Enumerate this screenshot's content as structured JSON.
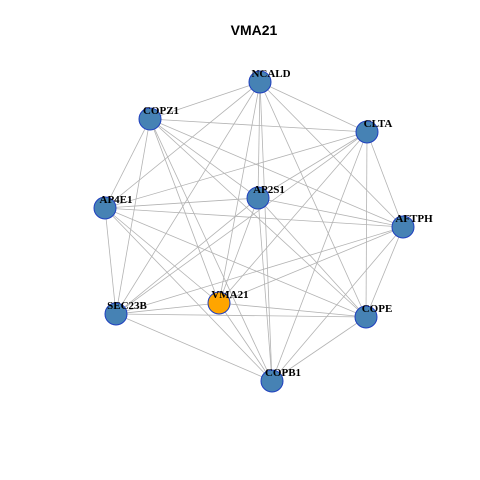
{
  "title": "VMA21",
  "colors": {
    "node_default": "#4682b4",
    "node_highlight": "#ffa500",
    "node_border": "#1f3fbf",
    "edge": "#b3b3b3"
  },
  "nodes": [
    {
      "id": "NCALD",
      "label": "NCALD",
      "highlight": false
    },
    {
      "id": "COPZ1",
      "label": "COPZ1",
      "highlight": false
    },
    {
      "id": "CLTA",
      "label": "CLTA",
      "highlight": false
    },
    {
      "id": "AP2S1",
      "label": "AP2S1",
      "highlight": false
    },
    {
      "id": "AP4E1",
      "label": "AP4E1",
      "highlight": false
    },
    {
      "id": "AFTPH",
      "label": "AFTPH",
      "highlight": false
    },
    {
      "id": "VMA21",
      "label": "VMA21",
      "highlight": true
    },
    {
      "id": "SEC23B",
      "label": "SEC23B",
      "highlight": false
    },
    {
      "id": "COPE",
      "label": "COPE",
      "highlight": false
    },
    {
      "id": "COPB1",
      "label": "COPB1",
      "highlight": false
    }
  ],
  "edges": [
    [
      "NCALD",
      "COPZ1"
    ],
    [
      "NCALD",
      "CLTA"
    ],
    [
      "NCALD",
      "AP2S1"
    ],
    [
      "NCALD",
      "AP4E1"
    ],
    [
      "NCALD",
      "AFTPH"
    ],
    [
      "NCALD",
      "VMA21"
    ],
    [
      "NCALD",
      "SEC23B"
    ],
    [
      "NCALD",
      "COPE"
    ],
    [
      "NCALD",
      "COPB1"
    ],
    [
      "COPZ1",
      "CLTA"
    ],
    [
      "COPZ1",
      "AP2S1"
    ],
    [
      "COPZ1",
      "AP4E1"
    ],
    [
      "COPZ1",
      "AFTPH"
    ],
    [
      "COPZ1",
      "VMA21"
    ],
    [
      "COPZ1",
      "SEC23B"
    ],
    [
      "COPZ1",
      "COPE"
    ],
    [
      "COPZ1",
      "COPB1"
    ],
    [
      "CLTA",
      "AP2S1"
    ],
    [
      "CLTA",
      "AP4E1"
    ],
    [
      "CLTA",
      "AFTPH"
    ],
    [
      "CLTA",
      "VMA21"
    ],
    [
      "CLTA",
      "SEC23B"
    ],
    [
      "CLTA",
      "COPE"
    ],
    [
      "CLTA",
      "COPB1"
    ],
    [
      "AP2S1",
      "AP4E1"
    ],
    [
      "AP2S1",
      "AFTPH"
    ],
    [
      "AP2S1",
      "VMA21"
    ],
    [
      "AP2S1",
      "SEC23B"
    ],
    [
      "AP2S1",
      "COPE"
    ],
    [
      "AP2S1",
      "COPB1"
    ],
    [
      "AP4E1",
      "AFTPH"
    ],
    [
      "AP4E1",
      "VMA21"
    ],
    [
      "AP4E1",
      "SEC23B"
    ],
    [
      "AP4E1",
      "COPE"
    ],
    [
      "AP4E1",
      "COPB1"
    ],
    [
      "AFTPH",
      "VMA21"
    ],
    [
      "AFTPH",
      "SEC23B"
    ],
    [
      "AFTPH",
      "COPE"
    ],
    [
      "AFTPH",
      "COPB1"
    ],
    [
      "VMA21",
      "SEC23B"
    ],
    [
      "VMA21",
      "COPE"
    ],
    [
      "VMA21",
      "COPB1"
    ],
    [
      "SEC23B",
      "COPE"
    ],
    [
      "SEC23B",
      "COPB1"
    ],
    [
      "COPE",
      "COPB1"
    ]
  ]
}
